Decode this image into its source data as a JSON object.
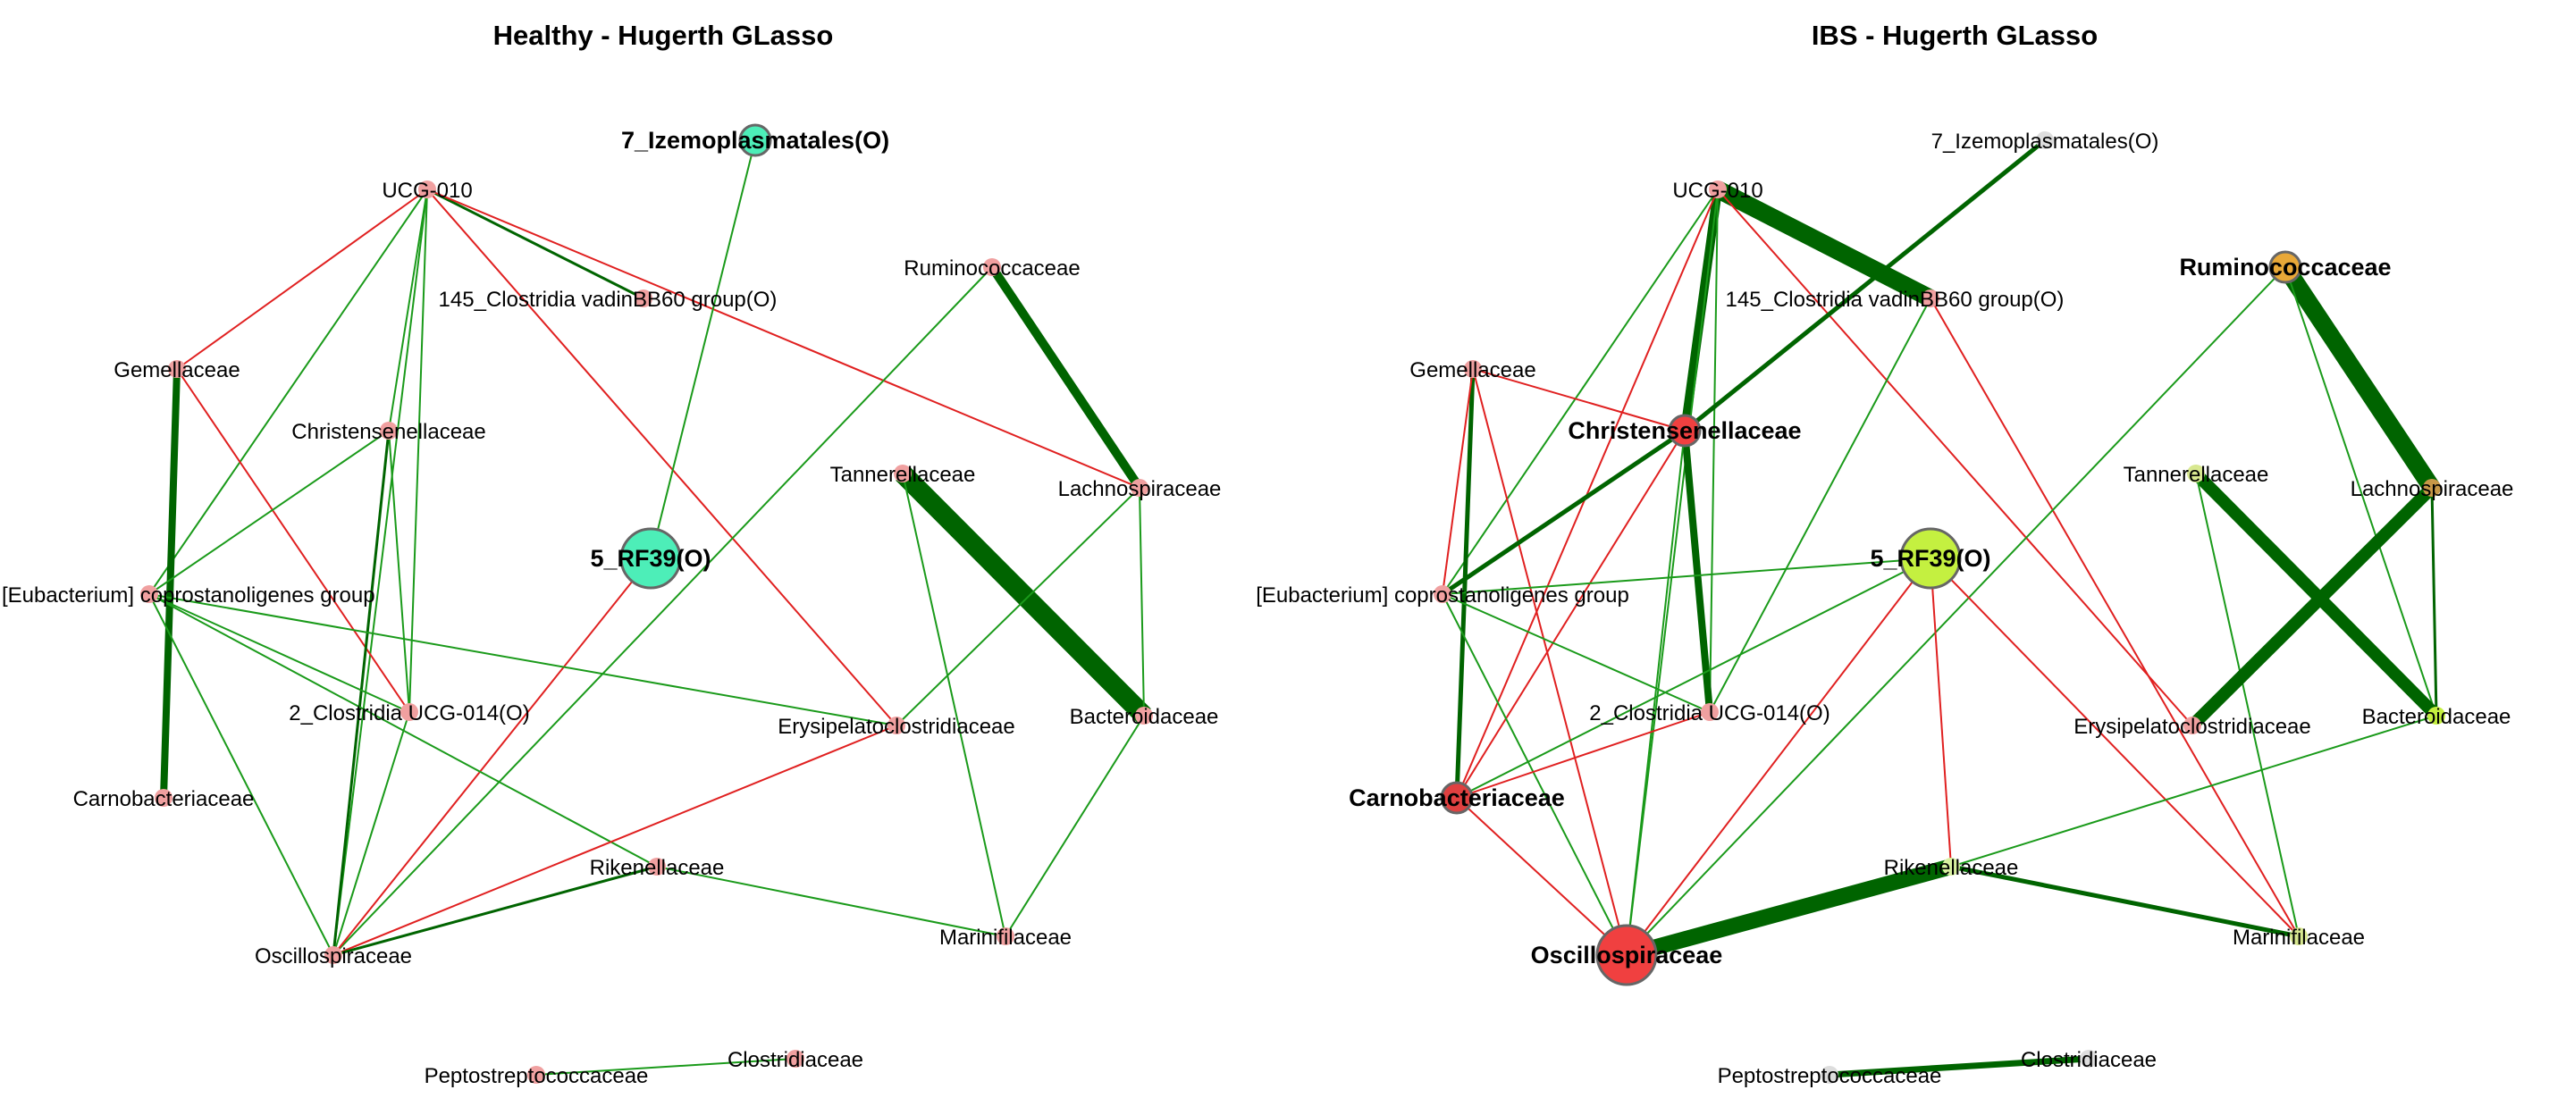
{
  "colors": {
    "positive_edge": "#1a9a1a",
    "positive_edge_strong": "#006400",
    "negative_edge": "#e02020",
    "node_stroke": "#666666"
  },
  "panels": [
    {
      "id": "healthy",
      "title": "Healthy - Hugerth GLasso",
      "nodes": [
        {
          "id": "izemo",
          "label": "7_Izemoplasmatales(O)",
          "size": 1,
          "bold": true,
          "color": "#4deeb8"
        },
        {
          "id": "ucg010",
          "label": "UCG-010",
          "size": 0,
          "bold": false,
          "color": "#f0a0a0"
        },
        {
          "id": "clos145",
          "label": "145_Clostridia vadinBB60 group(O)",
          "size": 0,
          "bold": false,
          "color": "#f0a0a0"
        },
        {
          "id": "rumino",
          "label": "Ruminococcaceae",
          "size": 0,
          "bold": false,
          "color": "#f0a0a0"
        },
        {
          "id": "gemel",
          "label": "Gemellaceae",
          "size": 0,
          "bold": false,
          "color": "#f0a0a0"
        },
        {
          "id": "christ",
          "label": "Christensenellaceae",
          "size": 0,
          "bold": false,
          "color": "#f0a0a0"
        },
        {
          "id": "tanner",
          "label": "Tannerellaceae",
          "size": 0,
          "bold": false,
          "color": "#f0a0a0"
        },
        {
          "id": "lachno",
          "label": "Lachnospiraceae",
          "size": 0,
          "bold": false,
          "color": "#f0a0a0"
        },
        {
          "id": "rf39",
          "label": "5_RF39(O)",
          "size": 2,
          "bold": true,
          "color": "#4deeb8"
        },
        {
          "id": "eubac",
          "label": "[Eubacterium] coprostanoligenes group",
          "size": 0,
          "bold": false,
          "color": "#f0a0a0"
        },
        {
          "id": "c2ucg014",
          "label": "2_Clostridia UCG-014(O)",
          "size": 0,
          "bold": false,
          "color": "#f0a0a0"
        },
        {
          "id": "erysi",
          "label": "Erysipelatoclostridiaceae",
          "size": 0,
          "bold": false,
          "color": "#f0a0a0"
        },
        {
          "id": "bacter",
          "label": "Bacteroidaceae",
          "size": 0,
          "bold": false,
          "color": "#f0a0a0"
        },
        {
          "id": "carno",
          "label": "Carnobacteriaceae",
          "size": 0,
          "bold": false,
          "color": "#f0a0a0"
        },
        {
          "id": "riken",
          "label": "Rikenellaceae",
          "size": 0,
          "bold": false,
          "color": "#f0a0a0"
        },
        {
          "id": "oscil",
          "label": "Oscillospiraceae",
          "size": 0,
          "bold": false,
          "color": "#f0a0a0"
        },
        {
          "id": "marini",
          "label": "Marinifilaceae",
          "size": 0,
          "bold": false,
          "color": "#f0a0a0"
        },
        {
          "id": "clostr",
          "label": "Clostridiaceae",
          "size": 0,
          "bold": false,
          "color": "#f0a0a0"
        },
        {
          "id": "pepto",
          "label": "Peptostreptococcaceae",
          "size": 0,
          "bold": false,
          "color": "#f0a0a0"
        }
      ],
      "edges": [
        {
          "a": "ucg010",
          "b": "clos145",
          "sign": "+",
          "w": 3
        },
        {
          "a": "ucg010",
          "b": "lachno",
          "sign": "-",
          "w": 2
        },
        {
          "a": "ucg010",
          "b": "erysi",
          "sign": "-",
          "w": 2
        },
        {
          "a": "ucg010",
          "b": "gemel",
          "sign": "-",
          "w": 2
        },
        {
          "a": "ucg010",
          "b": "eubac",
          "sign": "+",
          "w": 2
        },
        {
          "a": "ucg010",
          "b": "c2ucg014",
          "sign": "+",
          "w": 2
        },
        {
          "a": "ucg010",
          "b": "oscil",
          "sign": "+",
          "w": 2
        },
        {
          "a": "ucg010",
          "b": "christ",
          "sign": "+",
          "w": 2
        },
        {
          "a": "izemo",
          "b": "rf39",
          "sign": "+",
          "w": 2
        },
        {
          "a": "rumino",
          "b": "lachno",
          "sign": "+",
          "w": 10
        },
        {
          "a": "rumino",
          "b": "oscil",
          "sign": "+",
          "w": 2
        },
        {
          "a": "gemel",
          "b": "carno",
          "sign": "+",
          "w": 8
        },
        {
          "a": "gemel",
          "b": "c2ucg014",
          "sign": "-",
          "w": 2
        },
        {
          "a": "christ",
          "b": "eubac",
          "sign": "+",
          "w": 2
        },
        {
          "a": "christ",
          "b": "c2ucg014",
          "sign": "+",
          "w": 2
        },
        {
          "a": "christ",
          "b": "oscil",
          "sign": "+",
          "w": 3
        },
        {
          "a": "tanner",
          "b": "bacter",
          "sign": "+",
          "w": 22
        },
        {
          "a": "tanner",
          "b": "marini",
          "sign": "+",
          "w": 2
        },
        {
          "a": "lachno",
          "b": "bacter",
          "sign": "+",
          "w": 2
        },
        {
          "a": "lachno",
          "b": "erysi",
          "sign": "+",
          "w": 2
        },
        {
          "a": "rf39",
          "b": "oscil",
          "sign": "-",
          "w": 2
        },
        {
          "a": "eubac",
          "b": "c2ucg014",
          "sign": "+",
          "w": 2
        },
        {
          "a": "eubac",
          "b": "oscil",
          "sign": "+",
          "w": 2
        },
        {
          "a": "eubac",
          "b": "riken",
          "sign": "+",
          "w": 2
        },
        {
          "a": "eubac",
          "b": "erysi",
          "sign": "+",
          "w": 2
        },
        {
          "a": "c2ucg014",
          "b": "oscil",
          "sign": "+",
          "w": 2
        },
        {
          "a": "erysi",
          "b": "oscil",
          "sign": "-",
          "w": 2
        },
        {
          "a": "bacter",
          "b": "marini",
          "sign": "+",
          "w": 2
        },
        {
          "a": "riken",
          "b": "oscil",
          "sign": "+",
          "w": 3
        },
        {
          "a": "riken",
          "b": "marini",
          "sign": "+",
          "w": 2
        },
        {
          "a": "clostr",
          "b": "pepto",
          "sign": "+",
          "w": 2
        }
      ]
    },
    {
      "id": "ibs",
      "title": "IBS - Hugerth GLasso",
      "nodes": [
        {
          "id": "izemo",
          "label": "7_Izemoplasmatales(O)",
          "size": 0,
          "bold": false,
          "color": "#dddddd"
        },
        {
          "id": "ucg010",
          "label": "UCG-010",
          "size": 0,
          "bold": false,
          "color": "#f0a0a0"
        },
        {
          "id": "clos145",
          "label": "145_Clostridia vadinBB60 group(O)",
          "size": 0,
          "bold": false,
          "color": "#f0a0a0"
        },
        {
          "id": "rumino",
          "label": "Ruminococcaceae",
          "size": 1,
          "bold": true,
          "color": "#e8a838"
        },
        {
          "id": "gemel",
          "label": "Gemellaceae",
          "size": 0,
          "bold": false,
          "color": "#f0a0a0"
        },
        {
          "id": "christ",
          "label": "Christensenellaceae",
          "size": 1,
          "bold": true,
          "color": "#f04040"
        },
        {
          "id": "tanner",
          "label": "Tannerellaceae",
          "size": 0,
          "bold": false,
          "color": "#d8e890"
        },
        {
          "id": "lachno",
          "label": "Lachnospiraceae",
          "size": 0,
          "bold": false,
          "color": "#c89848"
        },
        {
          "id": "rf39",
          "label": "5_RF39(O)",
          "size": 2,
          "bold": true,
          "color": "#c4f040"
        },
        {
          "id": "eubac",
          "label": "[Eubacterium] coprostanoligenes group",
          "size": 0,
          "bold": false,
          "color": "#f0a0a0"
        },
        {
          "id": "c2ucg014",
          "label": "2_Clostridia UCG-014(O)",
          "size": 0,
          "bold": false,
          "color": "#f0a0a0"
        },
        {
          "id": "erysi",
          "label": "Erysipelatoclostridiaceae",
          "size": 0,
          "bold": false,
          "color": "#f0a0a0"
        },
        {
          "id": "bacter",
          "label": "Bacteroidaceae",
          "size": 0,
          "bold": false,
          "color": "#c4f040"
        },
        {
          "id": "carno",
          "label": "Carnobacteriaceae",
          "size": 1,
          "bold": true,
          "color": "#e04040"
        },
        {
          "id": "riken",
          "label": "Rikenellaceae",
          "size": 0,
          "bold": false,
          "color": "#d8f0a0"
        },
        {
          "id": "oscil",
          "label": "Oscillospiraceae",
          "size": 2,
          "bold": true,
          "color": "#f04040"
        },
        {
          "id": "marini",
          "label": "Marinifilaceae",
          "size": 0,
          "bold": false,
          "color": "#d8e890"
        },
        {
          "id": "clostr",
          "label": "Clostridiaceae",
          "size": 0,
          "bold": false,
          "color": "#dddddd"
        },
        {
          "id": "pepto",
          "label": "Peptostreptococcaceae",
          "size": 0,
          "bold": false,
          "color": "#dddddd"
        }
      ],
      "edges": [
        {
          "a": "ucg010",
          "b": "clos145",
          "sign": "+",
          "w": 20
        },
        {
          "a": "ucg010",
          "b": "christ",
          "sign": "+",
          "w": 10
        },
        {
          "a": "ucg010",
          "b": "c2ucg014",
          "sign": "+",
          "w": 2
        },
        {
          "a": "ucg010",
          "b": "eubac",
          "sign": "+",
          "w": 2
        },
        {
          "a": "ucg010",
          "b": "carno",
          "sign": "-",
          "w": 2
        },
        {
          "a": "ucg010",
          "b": "erysi",
          "sign": "-",
          "w": 2
        },
        {
          "a": "ucg010",
          "b": "oscil",
          "sign": "+",
          "w": 2
        },
        {
          "a": "izemo",
          "b": "christ",
          "sign": "+",
          "w": 5
        },
        {
          "a": "clos145",
          "b": "c2ucg014",
          "sign": "+",
          "w": 2
        },
        {
          "a": "clos145",
          "b": "marini",
          "sign": "-",
          "w": 2
        },
        {
          "a": "rumino",
          "b": "lachno",
          "sign": "+",
          "w": 20
        },
        {
          "a": "rumino",
          "b": "bacter",
          "sign": "+",
          "w": 2
        },
        {
          "a": "rumino",
          "b": "oscil",
          "sign": "+",
          "w": 2
        },
        {
          "a": "gemel",
          "b": "christ",
          "sign": "-",
          "w": 2
        },
        {
          "a": "gemel",
          "b": "carno",
          "sign": "+",
          "w": 5
        },
        {
          "a": "gemel",
          "b": "eubac",
          "sign": "-",
          "w": 2
        },
        {
          "a": "gemel",
          "b": "oscil",
          "sign": "-",
          "w": 2
        },
        {
          "a": "christ",
          "b": "eubac",
          "sign": "+",
          "w": 5
        },
        {
          "a": "christ",
          "b": "c2ucg014",
          "sign": "+",
          "w": 8
        },
        {
          "a": "christ",
          "b": "carno",
          "sign": "-",
          "w": 2
        },
        {
          "a": "christ",
          "b": "oscil",
          "sign": "+",
          "w": 2
        },
        {
          "a": "tanner",
          "b": "bacter",
          "sign": "+",
          "w": 14
        },
        {
          "a": "tanner",
          "b": "marini",
          "sign": "+",
          "w": 2
        },
        {
          "a": "lachno",
          "b": "erysi",
          "sign": "+",
          "w": 14
        },
        {
          "a": "lachno",
          "b": "bacter",
          "sign": "+",
          "w": 3
        },
        {
          "a": "rf39",
          "b": "eubac",
          "sign": "+",
          "w": 2
        },
        {
          "a": "rf39",
          "b": "carno",
          "sign": "+",
          "w": 2
        },
        {
          "a": "rf39",
          "b": "oscil",
          "sign": "-",
          "w": 2
        },
        {
          "a": "rf39",
          "b": "riken",
          "sign": "-",
          "w": 2
        },
        {
          "a": "rf39",
          "b": "marini",
          "sign": "-",
          "w": 2
        },
        {
          "a": "eubac",
          "b": "c2ucg014",
          "sign": "+",
          "w": 2
        },
        {
          "a": "eubac",
          "b": "oscil",
          "sign": "+",
          "w": 2
        },
        {
          "a": "c2ucg014",
          "b": "carno",
          "sign": "-",
          "w": 2
        },
        {
          "a": "carno",
          "b": "oscil",
          "sign": "-",
          "w": 2
        },
        {
          "a": "bacter",
          "b": "riken",
          "sign": "+",
          "w": 2
        },
        {
          "a": "riken",
          "b": "oscil",
          "sign": "+",
          "w": 18
        },
        {
          "a": "riken",
          "b": "marini",
          "sign": "+",
          "w": 5
        },
        {
          "a": "clostr",
          "b": "pepto",
          "sign": "+",
          "w": 7
        }
      ]
    }
  ]
}
